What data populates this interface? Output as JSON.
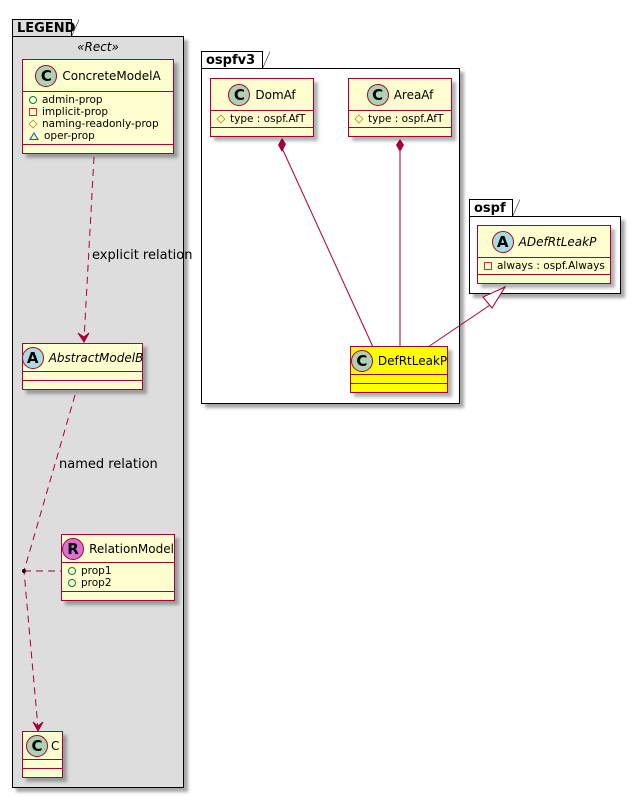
{
  "packages": {
    "legend": {
      "name": "LEGEND",
      "stereotype": "«Rect»"
    },
    "ospfv3": {
      "name": "ospfv3"
    },
    "ospf": {
      "name": "ospf"
    }
  },
  "classes": {
    "concrete_model_a": {
      "name": "ConcreteModelA",
      "badge": "C",
      "attributes": [
        {
          "visibility": "public",
          "name": "admin-prop"
        },
        {
          "visibility": "private",
          "name": "implicit-prop"
        },
        {
          "visibility": "protected",
          "name": "naming-readonly-prop"
        },
        {
          "visibility": "package",
          "name": "oper-prop"
        }
      ]
    },
    "abstract_model_b": {
      "name": "AbstractModelB",
      "badge": "A",
      "abstract": true
    },
    "relation_model": {
      "name": "RelationModel",
      "badge": "R",
      "attributes": [
        {
          "visibility": "public",
          "name": "prop1"
        },
        {
          "visibility": "public",
          "name": "prop2"
        }
      ]
    },
    "c": {
      "name": "C",
      "badge": "C"
    },
    "dom_af": {
      "name": "DomAf",
      "badge": "C",
      "attributes": [
        {
          "visibility": "protected",
          "name": "type : ospf.AfT"
        }
      ]
    },
    "area_af": {
      "name": "AreaAf",
      "badge": "C",
      "attributes": [
        {
          "visibility": "protected",
          "name": "type : ospf.AfT"
        }
      ]
    },
    "def_rt_leak_p": {
      "name": "DefRtLeakP",
      "badge": "C",
      "highlight": "#FFFF00"
    },
    "a_def_rt_leak_p": {
      "name": "ADefRtLeakP",
      "badge": "A",
      "abstract": true,
      "attributes": [
        {
          "visibility": "private",
          "name": "always : ospf.Always"
        }
      ]
    }
  },
  "relations": {
    "explicit": {
      "label": "explicit relation",
      "from": "ConcreteModelA",
      "to": "AbstractModelB",
      "type": "dashed-arrow"
    },
    "named": {
      "label": "named relation",
      "from": "AbstractModelB",
      "to": "C",
      "association_class": "RelationModel",
      "type": "dashed-arrow"
    },
    "dom_comp": {
      "from": "DomAf",
      "to": "DefRtLeakP",
      "type": "composition"
    },
    "area_comp": {
      "from": "AreaAf",
      "to": "DefRtLeakP",
      "type": "composition"
    },
    "inherit": {
      "from": "DefRtLeakP",
      "to": "ADefRtLeakP",
      "type": "generalization"
    }
  },
  "colors": {
    "class_fill": "#FEFECE",
    "class_border": "#A80036",
    "highlight_fill": "#FFFF00",
    "legend_fill": "#DDDDDD",
    "badge_class": "#ADD1B2",
    "badge_abstract": "#A9DCDF",
    "badge_relation": "#DA70D6"
  }
}
